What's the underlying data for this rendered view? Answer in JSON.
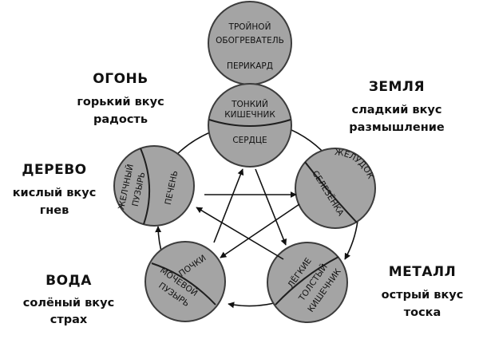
{
  "top_circle": {
    "line1": "ТРОЙНОЙ",
    "line2": "ОБОГРЕВАТЕЛЬ",
    "line3": "ПЕРИКАРД"
  },
  "circles": {
    "fire": {
      "organ_a": "ТОНКИЙ",
      "organ_b": "КИШЕЧНИК",
      "organ_c": "СЕРДЦЕ"
    },
    "earth": {
      "organ_a": "ЖЕЛУДОК",
      "organ_b": "СЕЛЕЗЁНКА"
    },
    "metal": {
      "organ_a": "ЛЁГКИЕ",
      "organ_b": "ТОЛСТЫЙ",
      "organ_c": "КИШЕЧНИК"
    },
    "water": {
      "organ_a": "ПОЧКИ",
      "organ_b": "МОЧЕВОЙ",
      "organ_c": "ПУЗЫРЬ"
    },
    "wood": {
      "organ_a": "ЖЕЛЧНЫЙ",
      "organ_b": "ПУЗЫРЬ",
      "organ_c": "ПЕЧЕНЬ"
    }
  },
  "labels": {
    "fire": {
      "title": "ОГОНЬ",
      "taste": "горький вкус",
      "emotion": "радость"
    },
    "earth": {
      "title": "ЗЕМЛЯ",
      "taste": "сладкий вкус",
      "emotion": "размышление"
    },
    "metal": {
      "title": "МЕТАЛЛ",
      "taste": "острый вкус",
      "emotion": "тоска"
    },
    "water": {
      "title": "ВОДА",
      "taste": "солёный вкус",
      "emotion": "страх"
    },
    "wood": {
      "title": "ДЕРЕВО",
      "taste": "кислый вкус",
      "emotion": "гнев"
    }
  }
}
